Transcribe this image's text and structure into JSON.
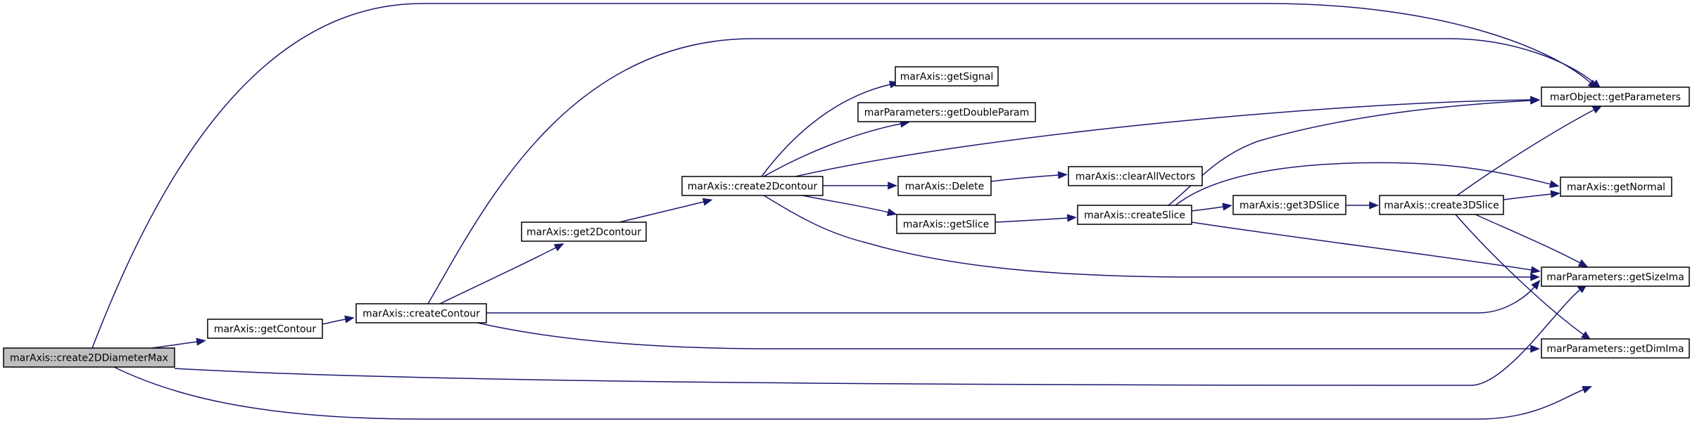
{
  "diagram": {
    "nodes": [
      {
        "id": "root",
        "label": "marAxis::create2DDiameterMax",
        "root": true
      },
      {
        "id": "getContour",
        "label": "marAxis::getContour"
      },
      {
        "id": "createContour",
        "label": "marAxis::createContour"
      },
      {
        "id": "get2Dcontour",
        "label": "marAxis::get2Dcontour"
      },
      {
        "id": "create2Dcontour",
        "label": "marAxis::create2Dcontour"
      },
      {
        "id": "getSignal",
        "label": "marAxis::getSignal"
      },
      {
        "id": "getDoubleParam",
        "label": "marParameters::getDoubleParam"
      },
      {
        "id": "Delete",
        "label": "marAxis::Delete"
      },
      {
        "id": "getSlice",
        "label": "marAxis::getSlice"
      },
      {
        "id": "clearAllVectors",
        "label": "marAxis::clearAllVectors"
      },
      {
        "id": "createSlice",
        "label": "marAxis::createSlice"
      },
      {
        "id": "get3DSlice",
        "label": "marAxis::get3DSlice"
      },
      {
        "id": "create3DSlice",
        "label": "marAxis::create3DSlice"
      },
      {
        "id": "getParameters",
        "label": "marObject::getParameters"
      },
      {
        "id": "getNormal",
        "label": "marAxis::getNormal"
      },
      {
        "id": "getSizeIma",
        "label": "marParameters::getSizeIma"
      },
      {
        "id": "getDimIma",
        "label": "marParameters::getDimIma"
      }
    ],
    "edges": [
      {
        "from": "root",
        "to": "getContour"
      },
      {
        "from": "root",
        "to": "getParameters"
      },
      {
        "from": "root",
        "to": "getSizeIma"
      },
      {
        "from": "root",
        "to": "getDimIma"
      },
      {
        "from": "getContour",
        "to": "createContour"
      },
      {
        "from": "createContour",
        "to": "get2Dcontour"
      },
      {
        "from": "createContour",
        "to": "getParameters"
      },
      {
        "from": "createContour",
        "to": "getSizeIma"
      },
      {
        "from": "createContour",
        "to": "getDimIma"
      },
      {
        "from": "get2Dcontour",
        "to": "create2Dcontour"
      },
      {
        "from": "create2Dcontour",
        "to": "getSignal"
      },
      {
        "from": "create2Dcontour",
        "to": "getDoubleParam"
      },
      {
        "from": "create2Dcontour",
        "to": "Delete"
      },
      {
        "from": "create2Dcontour",
        "to": "getSlice"
      },
      {
        "from": "create2Dcontour",
        "to": "getParameters"
      },
      {
        "from": "create2Dcontour",
        "to": "getSizeIma"
      },
      {
        "from": "Delete",
        "to": "clearAllVectors"
      },
      {
        "from": "getSlice",
        "to": "createSlice"
      },
      {
        "from": "createSlice",
        "to": "get3DSlice"
      },
      {
        "from": "createSlice",
        "to": "getParameters"
      },
      {
        "from": "createSlice",
        "to": "getNormal"
      },
      {
        "from": "createSlice",
        "to": "getSizeIma"
      },
      {
        "from": "get3DSlice",
        "to": "create3DSlice"
      },
      {
        "from": "create3DSlice",
        "to": "getParameters"
      },
      {
        "from": "create3DSlice",
        "to": "getNormal"
      },
      {
        "from": "create3DSlice",
        "to": "getSizeIma"
      },
      {
        "from": "create3DSlice",
        "to": "getDimIma"
      }
    ]
  }
}
